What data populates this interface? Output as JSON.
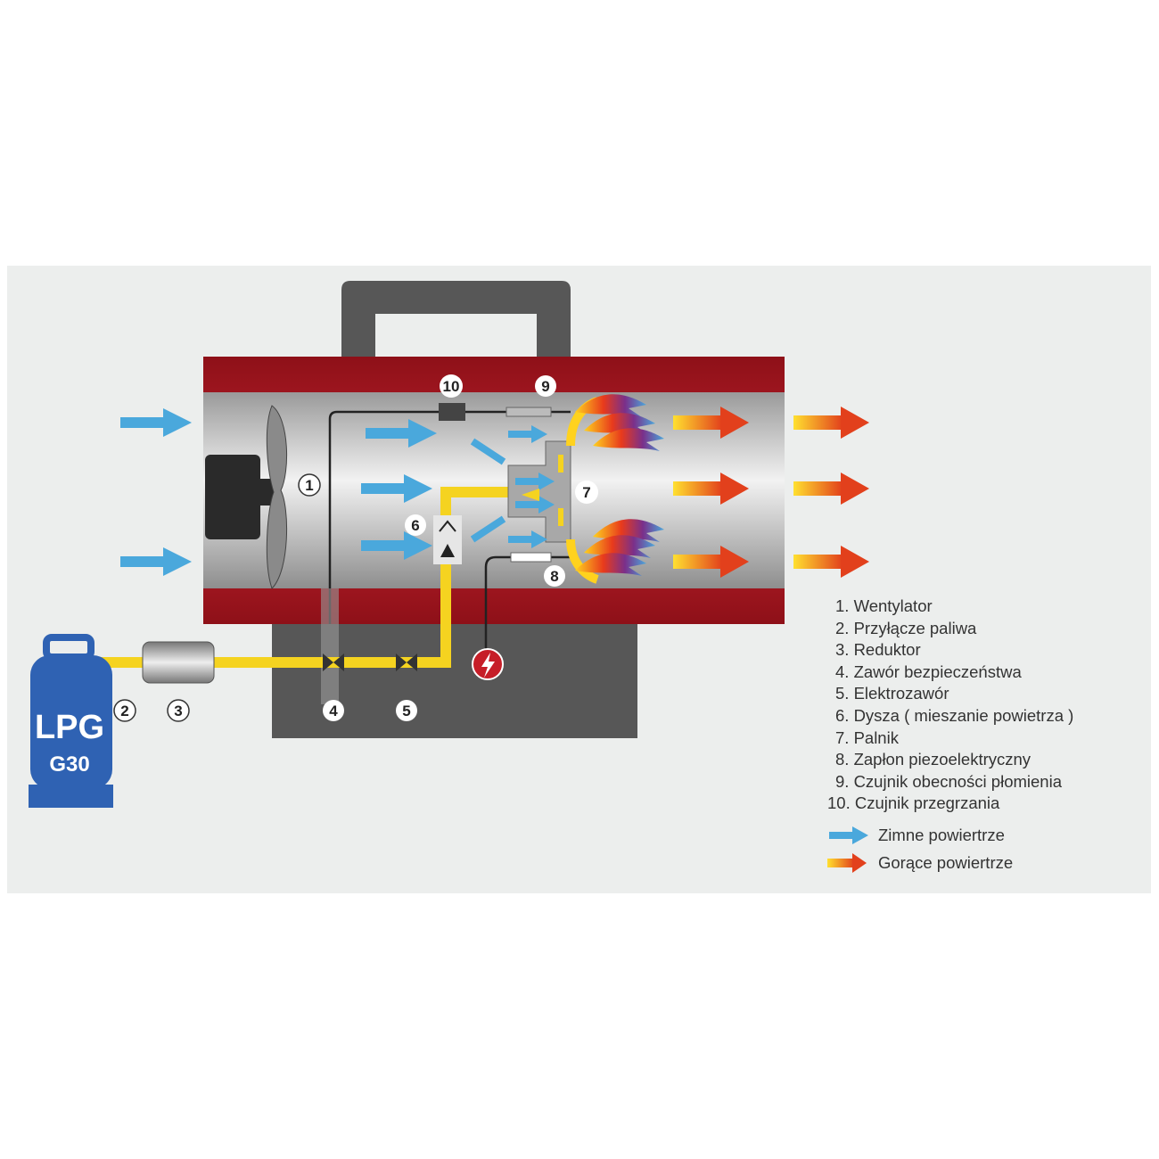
{
  "diagram": {
    "tank_label": "LPG",
    "gas_type": "G30",
    "callouts": [
      "1",
      "2",
      "3",
      "4",
      "5",
      "6",
      "7",
      "8",
      "9",
      "10"
    ]
  },
  "legend": {
    "items": [
      "1. Wentylator",
      "2. Przyłącze paliwa",
      "3. Reduktor",
      "4. Zawór bezpieczeństwa",
      "5. Elektrozawór",
      "6. Dysza ( mieszanie powietrza )",
      "7. Palnik",
      "8. Zapłon piezoelektryczny",
      "9. Czujnik obecności płomienia",
      "10. Czujnik przegrzania"
    ],
    "cold_air": "Zimne powiertrze",
    "hot_air": "Gorące powiertrze"
  },
  "colors": {
    "cold": "#4aa8dc",
    "hot": "#e8501e",
    "body": "#b41e28",
    "gas": "#f5d320",
    "tank": "#2f62b3"
  }
}
